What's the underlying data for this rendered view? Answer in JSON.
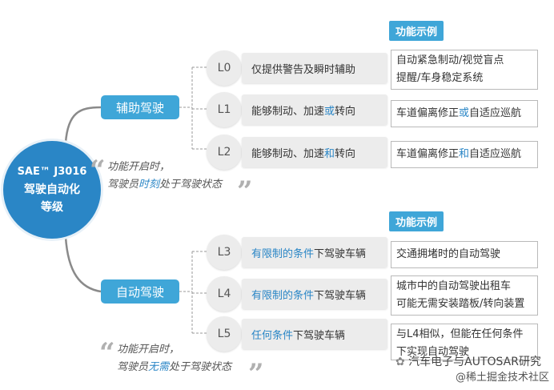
{
  "center": {
    "line1": "SAE™ J3016",
    "line2": "驾驶自动化",
    "line3": "等级"
  },
  "categories": [
    {
      "label": "辅助驾驶"
    },
    {
      "label": "自动驾驶"
    }
  ],
  "levels": [
    {
      "id": "L0",
      "desc_pre": "仅提供警告及瞬时辅助",
      "desc_hl": "",
      "desc_mid": "",
      "desc_hl2": "",
      "desc_post": ""
    },
    {
      "id": "L1",
      "desc_pre": "能够制动、加速",
      "desc_hl": "或",
      "desc_mid": "转向",
      "desc_hl2": "",
      "desc_post": ""
    },
    {
      "id": "L2",
      "desc_pre": "能够制动、加速",
      "desc_hl": "和",
      "desc_mid": "转向",
      "desc_hl2": "",
      "desc_post": ""
    },
    {
      "id": "L3",
      "desc_pre": "",
      "desc_hl": "有限制的条件",
      "desc_mid": "下驾驶车辆",
      "desc_hl2": "",
      "desc_post": ""
    },
    {
      "id": "L4",
      "desc_pre": "",
      "desc_hl": "有限制的条件",
      "desc_mid": "下驾驶车辆",
      "desc_hl2": "",
      "desc_post": ""
    },
    {
      "id": "L5",
      "desc_pre": "",
      "desc_hl": "任何条件",
      "desc_mid": "下驾驶车辆",
      "desc_hl2": "",
      "desc_post": ""
    }
  ],
  "examples_header": "功能示例",
  "examples": [
    {
      "line1": "自动紧急制动/视觉盲点",
      "line2": "提醒/车身稳定系统"
    },
    {
      "line1_pre": "车道偏离修正",
      "line1_hl": "或",
      "line1_post": "自适应巡航"
    },
    {
      "line1_pre": "车道偏离修正",
      "line1_hl": "和",
      "line1_post": "自适应巡航"
    },
    {
      "line1": "交通拥堵时的自动驾驶"
    },
    {
      "line1": "城市中的自动驾驶出租车",
      "line2": "可能无需安装踏板/转向装置"
    },
    {
      "line1": "与L4相似，但能在任何条件",
      "line2": "下实现自动驾驶"
    }
  ],
  "quotes": [
    {
      "line1": "功能开启时，",
      "line2_pre": "驾驶员",
      "line2_hl": "时刻",
      "line2_post": "处于驾驶状态"
    },
    {
      "line1": "功能开启时，",
      "line2_pre": "驾驶员",
      "line2_hl": "无需",
      "line2_post": "处于驾驶状态"
    }
  ],
  "watermark": {
    "line1": "汽车电子与AUTOSAR研究",
    "line2": "@稀土掘金技术社区"
  },
  "colors": {
    "center_blue": "#2a86c6",
    "category_blue": "#3fa6d8",
    "highlight": "#2a86c6",
    "level_gray": "#ececec"
  }
}
